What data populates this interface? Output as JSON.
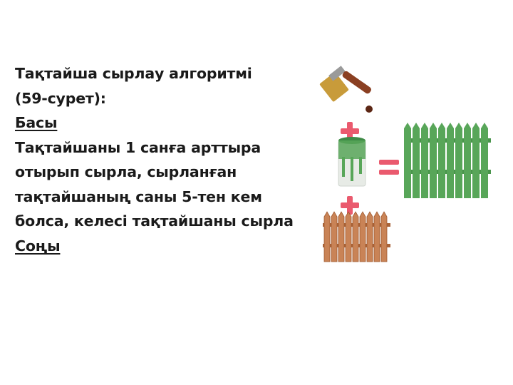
{
  "slide": {
    "title_line1": "Тақтайша сырлау алгоритмі",
    "title_line2": "(59-сурет):",
    "start_label": "Басы",
    "body_line1": "Тақтайшаны 1 санға арттыра",
    "body_line2": "отырып сырла, сырланған",
    "body_line3": "тақтайшаның саны 5-тен кем",
    "body_line4": "болса, келесі тақтайшаны сырла",
    "end_label": "Соңы "
  },
  "illustration": {
    "icons": [
      "paint-brush-icon",
      "paint-can-icon",
      "plus-icon",
      "equals-icon",
      "wooden-fence-icon",
      "green-fence-icon"
    ],
    "colors": {
      "plus": "#ea5a6e",
      "equals": "#ea5a6e",
      "green_fence": "#58a659",
      "wood_fence": "#c98356",
      "brush_handle": "#8a3f22",
      "brush_bristle": "#c89b3a"
    }
  }
}
